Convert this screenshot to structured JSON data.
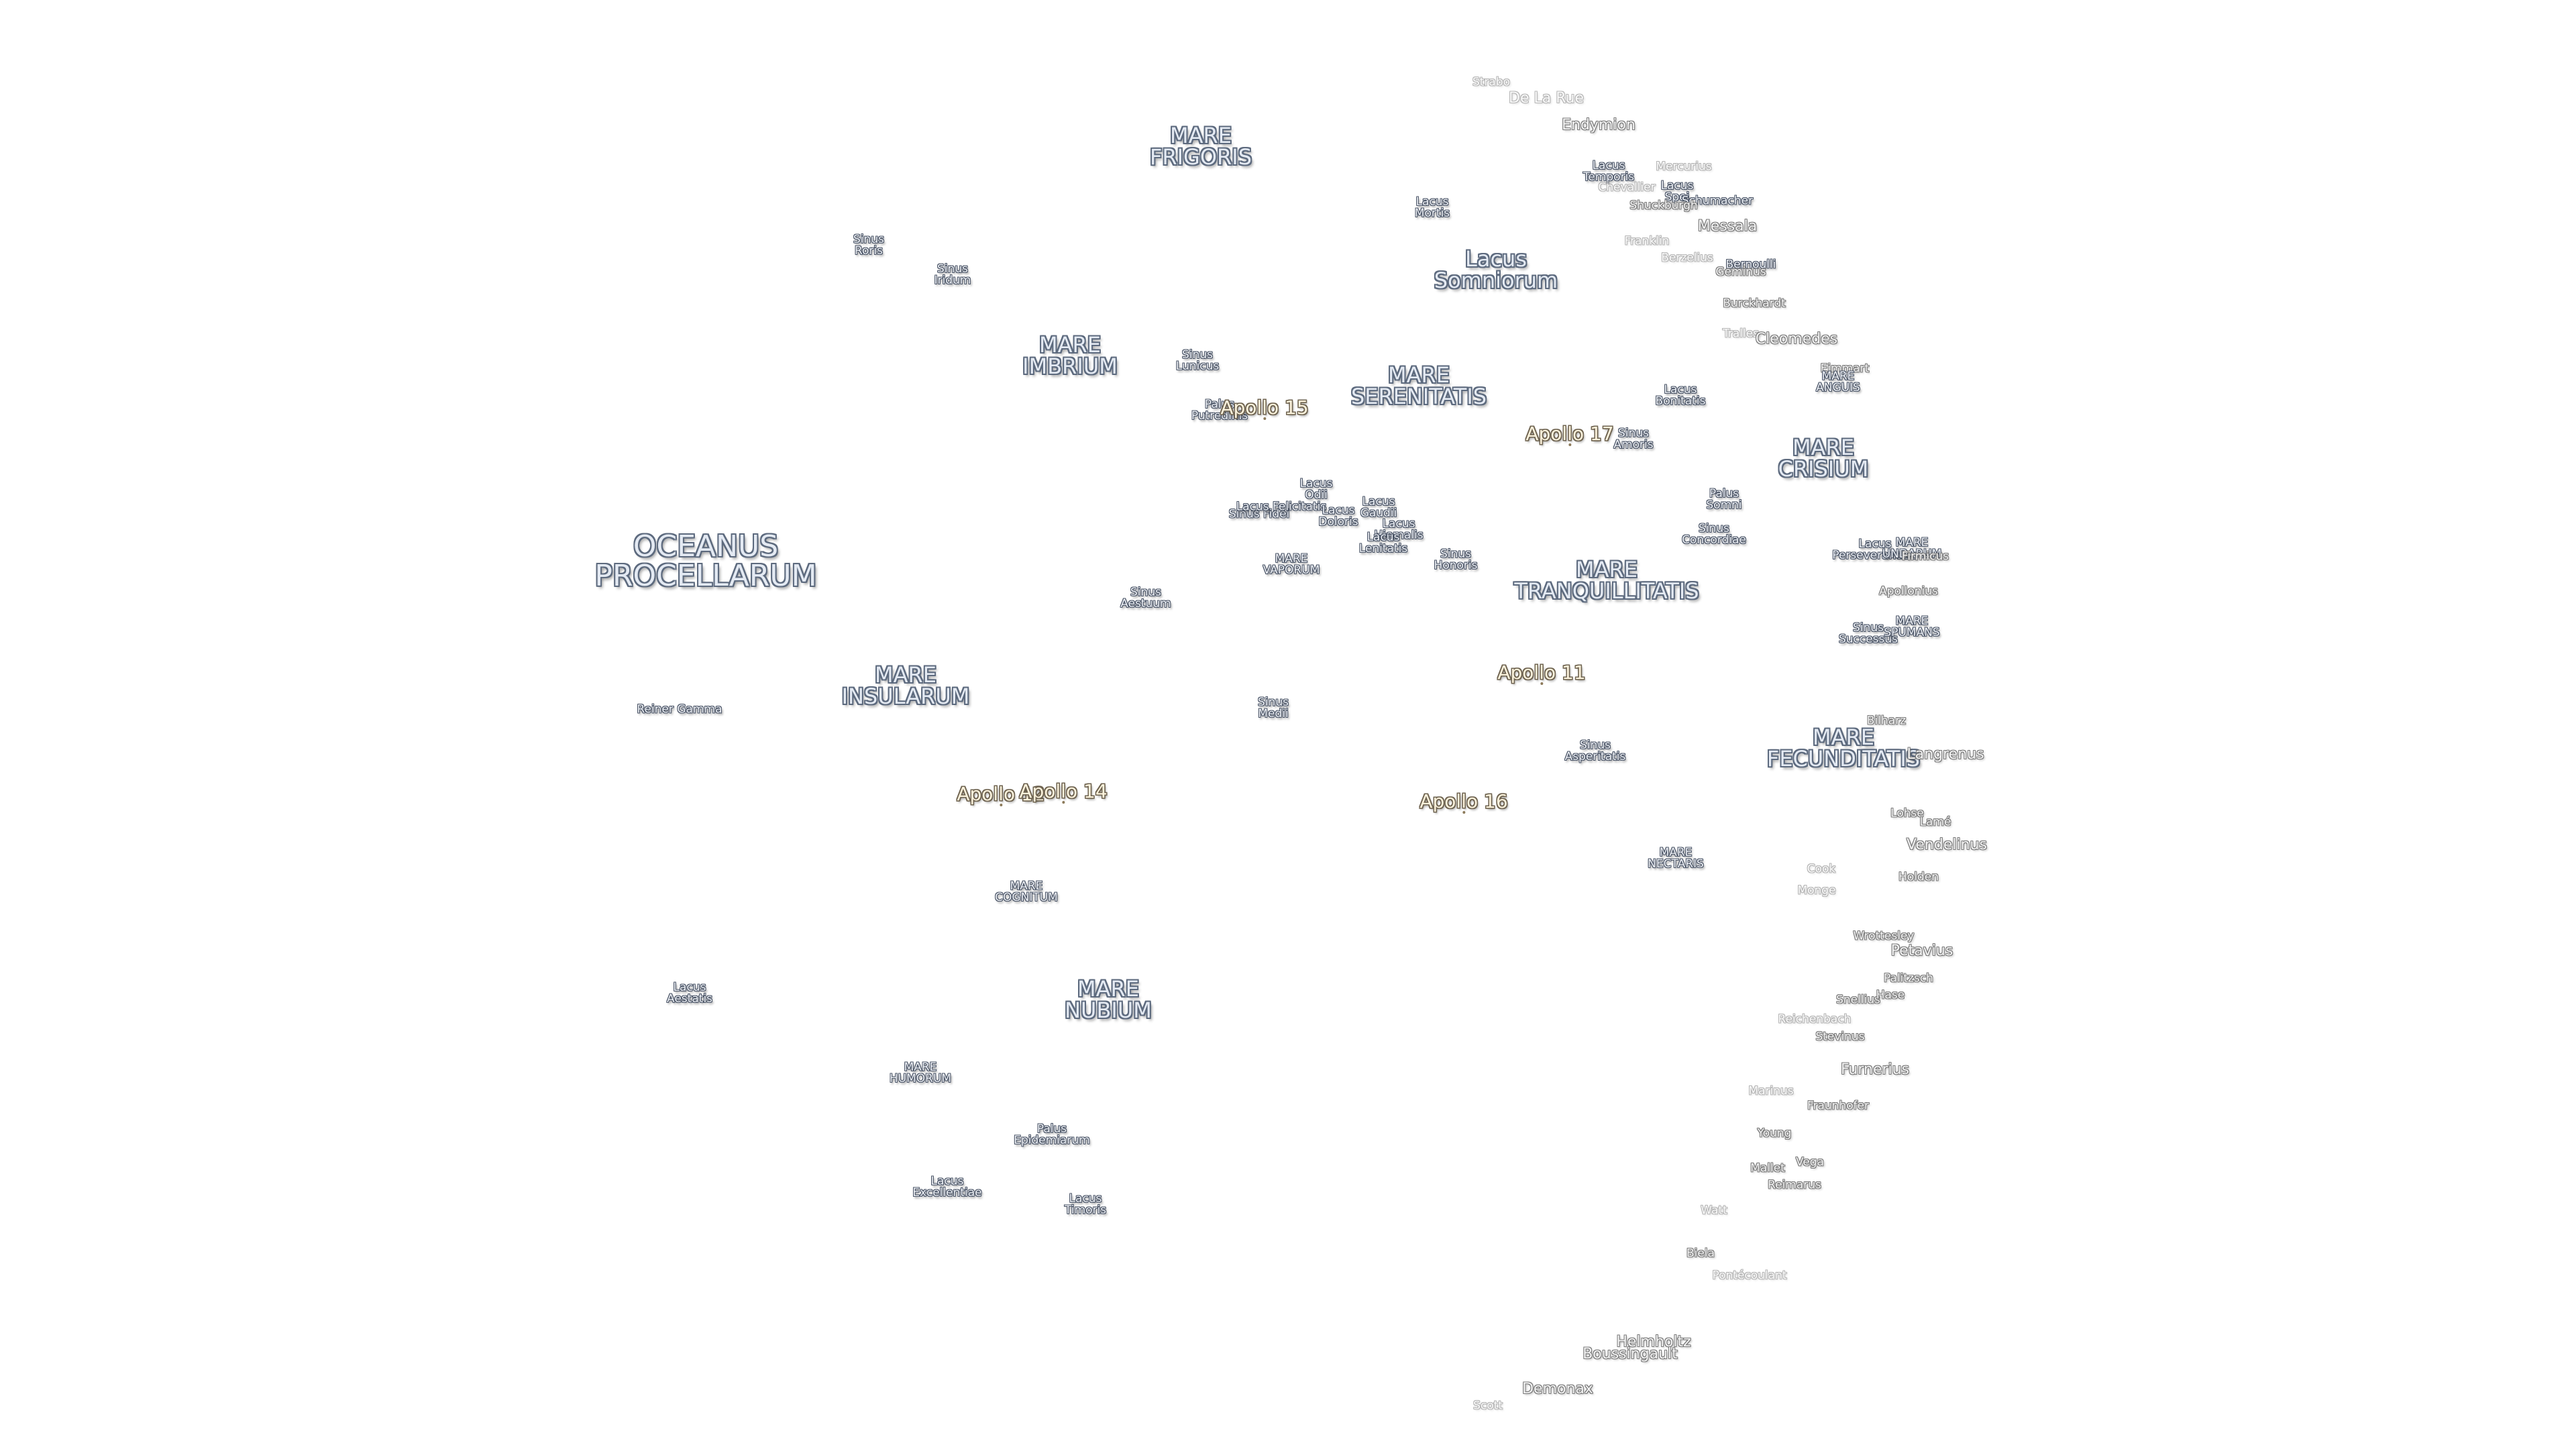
{
  "labels": [
    {
      "name": "Strabo",
      "cls": "crater tiny faint"
    },
    {
      "name": "De La Rue",
      "cls": "crater faint"
    },
    {
      "name": "Endymion",
      "cls": "crater"
    },
    {
      "name": "MARE\nFRIGORIS",
      "cls": "mare"
    },
    {
      "name": "Lacus\nTemporis",
      "cls": "small"
    },
    {
      "name": "Mercurius",
      "cls": "crater tiny faint"
    },
    {
      "name": "Chevallier",
      "cls": "crater tiny faint"
    },
    {
      "name": "Lacus\nSpei",
      "cls": "small"
    },
    {
      "name": "Schumacher",
      "cls": "small"
    },
    {
      "name": "Shuckburgh",
      "cls": "crater tiny"
    },
    {
      "name": "Lacus\nMortis",
      "cls": "small"
    },
    {
      "name": "Messala",
      "cls": "crater"
    },
    {
      "name": "Sinus\nRoris",
      "cls": "small"
    },
    {
      "name": "Franklin",
      "cls": "crater tiny faint"
    },
    {
      "name": "Berzelius",
      "cls": "crater tiny faint"
    },
    {
      "name": "Bernoulli",
      "cls": "small"
    },
    {
      "name": "Geminus",
      "cls": "crater tiny"
    },
    {
      "name": "Sinus\nIridum",
      "cls": "small"
    },
    {
      "name": "Lacus\nSomniorum",
      "cls": "mare"
    },
    {
      "name": "Burckhardt",
      "cls": "crater tiny"
    },
    {
      "name": "Tralles",
      "cls": "crater tiny faint"
    },
    {
      "name": "Cleomedes",
      "cls": "crater"
    },
    {
      "name": "MARE\nIMBRIUM",
      "cls": "mare"
    },
    {
      "name": "Sinus\nLunicus",
      "cls": "small"
    },
    {
      "name": "Eimmart",
      "cls": "crater tiny"
    },
    {
      "name": "MARE\nANGUIS",
      "cls": "small"
    },
    {
      "name": "MARE\nSERENITATIS",
      "cls": "mare"
    },
    {
      "name": "Lacus\nBonitatis",
      "cls": "small"
    },
    {
      "name": "Palus\nPutredinis",
      "cls": "small"
    },
    {
      "name": "Apollo 15",
      "cls": "apollo"
    },
    {
      "name": "Apollo 17",
      "cls": "apollo"
    },
    {
      "name": "Sinus\nAmoris",
      "cls": "small"
    },
    {
      "name": "MARE\nCRISIUM",
      "cls": "mare"
    },
    {
      "name": "Lacus\nOdii",
      "cls": "small"
    },
    {
      "name": "Sinus Fidei",
      "cls": "small"
    },
    {
      "name": "Lacus Felicitatis",
      "cls": "small"
    },
    {
      "name": "Lacus\nDoloris",
      "cls": "small"
    },
    {
      "name": "Lacus\nGaudii",
      "cls": "small"
    },
    {
      "name": "Lacus\nHiemalis",
      "cls": "small"
    },
    {
      "name": "Lacus\nLenitatis",
      "cls": "small"
    },
    {
      "name": "Palus\nSomni",
      "cls": "small"
    },
    {
      "name": "OCEANUS\nPROCELLARUM",
      "cls": "ocean"
    },
    {
      "name": "Sinus\nConcordiae",
      "cls": "small"
    },
    {
      "name": "Lacus\nPerseverantiae",
      "cls": "small"
    },
    {
      "name": "MARE\nUNDARUM",
      "cls": "small"
    },
    {
      "name": "Firmicus",
      "cls": "crater tiny"
    },
    {
      "name": "MARE\nVAPORUM",
      "cls": "small"
    },
    {
      "name": "Sinus\nHonoris",
      "cls": "small"
    },
    {
      "name": "MARE\nTRANQUILLITATIS",
      "cls": "mare"
    },
    {
      "name": "Sinus\nAestuum",
      "cls": "small"
    },
    {
      "name": "Apollonius",
      "cls": "crater tiny"
    },
    {
      "name": "Sinus\nSuccessus",
      "cls": "small"
    },
    {
      "name": "MARE\nSPUMANS",
      "cls": "small"
    },
    {
      "name": "Apollo 11",
      "cls": "apollo"
    },
    {
      "name": "MARE\nINSULARUM",
      "cls": "mare"
    },
    {
      "name": "Reiner Gamma",
      "cls": "small"
    },
    {
      "name": "Sinus\nMedii",
      "cls": "small"
    },
    {
      "name": "Bilharz",
      "cls": "crater tiny"
    },
    {
      "name": "MARE\nFECUNDITATIS",
      "cls": "mare"
    },
    {
      "name": "Sinus\nAsperitatis",
      "cls": "small"
    },
    {
      "name": "Langrenus",
      "cls": "crater"
    },
    {
      "name": "Apollo 12",
      "cls": "apollo"
    },
    {
      "name": "Apollo 14",
      "cls": "apollo"
    },
    {
      "name": "Apollo 16",
      "cls": "apollo"
    },
    {
      "name": "Lohse",
      "cls": "crater tiny"
    },
    {
      "name": "Lamé",
      "cls": "crater tiny"
    },
    {
      "name": "Vendelinus",
      "cls": "crater"
    },
    {
      "name": "MARE\nNECTARIS",
      "cls": "small"
    },
    {
      "name": "Cook",
      "cls": "crater tiny faint"
    },
    {
      "name": "Holden",
      "cls": "crater tiny"
    },
    {
      "name": "MARE\nCOGNITUM",
      "cls": "small"
    },
    {
      "name": "Monge",
      "cls": "crater tiny faint"
    },
    {
      "name": "Wrottesley",
      "cls": "crater tiny"
    },
    {
      "name": "Petavius",
      "cls": "crater"
    },
    {
      "name": "Palitzsch",
      "cls": "crater tiny"
    },
    {
      "name": "Snellius",
      "cls": "crater tiny"
    },
    {
      "name": "Hase",
      "cls": "crater tiny"
    },
    {
      "name": "Lacus\nAestatis",
      "cls": "small"
    },
    {
      "name": "MARE\nNUBIUM",
      "cls": "mare"
    },
    {
      "name": "Reichenbach",
      "cls": "crater tiny faint"
    },
    {
      "name": "Stevinus",
      "cls": "crater tiny"
    },
    {
      "name": "Furnerius",
      "cls": "crater"
    },
    {
      "name": "MARE\nHUMORUM",
      "cls": "small"
    },
    {
      "name": "Fraunhofer",
      "cls": "crater tiny"
    },
    {
      "name": "Marinus",
      "cls": "crater tiny faint"
    },
    {
      "name": "Palus\nEpidemiarum",
      "cls": "small"
    },
    {
      "name": "Young",
      "cls": "crater tiny"
    },
    {
      "name": "Vega",
      "cls": "crater tiny"
    },
    {
      "name": "Mallet",
      "cls": "crater tiny"
    },
    {
      "name": "Reimarus",
      "cls": "crater tiny"
    },
    {
      "name": "Lacus\nExcellentiae",
      "cls": "small"
    },
    {
      "name": "Lacus\nTimoris",
      "cls": "small"
    },
    {
      "name": "Watt",
      "cls": "crater tiny faint"
    },
    {
      "name": "Biela",
      "cls": "crater tiny"
    },
    {
      "name": "Pontécoulant",
      "cls": "crater tiny faint"
    },
    {
      "name": "Helmholtz",
      "cls": "crater"
    },
    {
      "name": "Boussingault",
      "cls": "crater"
    },
    {
      "name": "Demonax",
      "cls": "crater"
    },
    {
      "name": "Scott",
      "cls": "crater tiny faint"
    }
  ]
}
